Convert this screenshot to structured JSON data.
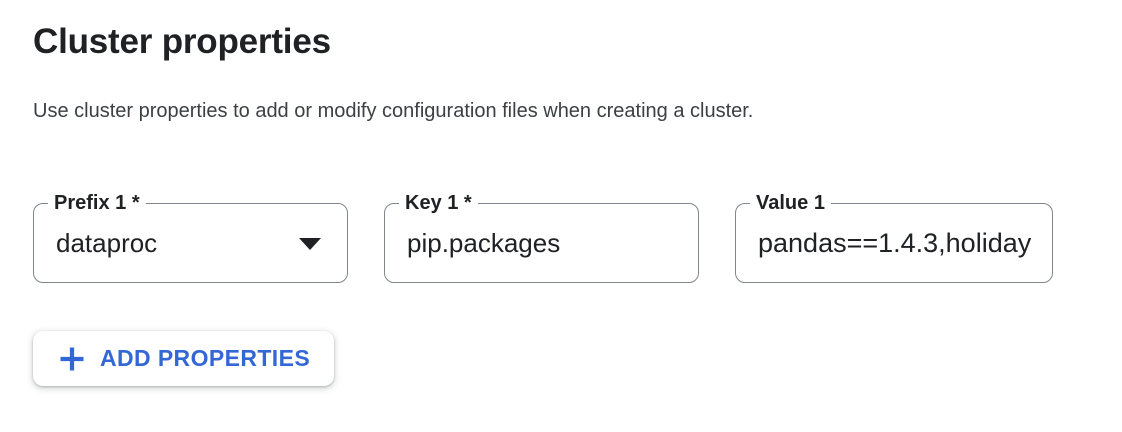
{
  "header": {
    "title": "Cluster properties",
    "description": "Use cluster properties to add or modify configuration files when creating a cluster."
  },
  "properties_row": [
    {
      "label": "Prefix 1 *",
      "value": "dataproc",
      "type": "select",
      "required": true
    },
    {
      "label": "Key 1 *",
      "value": "pip.packages",
      "type": "text",
      "required": true
    },
    {
      "label": "Value 1",
      "value": "pandas==1.4.3,holiday",
      "type": "text",
      "required": false,
      "display_truncated": true
    }
  ],
  "actions": {
    "add_properties_label": "ADD PROPERTIES"
  },
  "icons": {
    "plus_icon": "plus-icon",
    "caret_down_icon": "caret-down-icon"
  },
  "colors": {
    "accent_blue": "#3367d6",
    "field_border_gray": "#80868b",
    "text_dark": "#202124",
    "text_gray": "#3c4043",
    "background": "#ffffff"
  }
}
